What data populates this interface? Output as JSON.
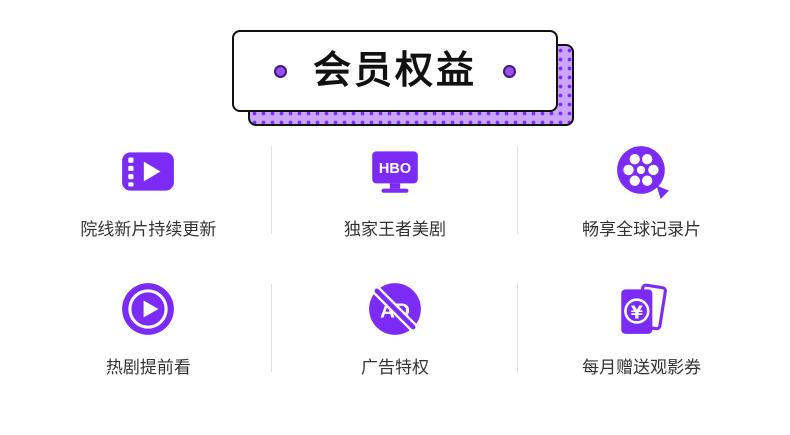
{
  "header": {
    "title": "会员权益"
  },
  "benefits": [
    {
      "label": "院线新片持续更新",
      "icon": "film-strip-icon"
    },
    {
      "label": "独家王者美剧",
      "icon": "hbo-tv-icon",
      "icon_text": "HBO"
    },
    {
      "label": "畅享全球记录片",
      "icon": "film-reel-icon"
    },
    {
      "label": "热剧提前看",
      "icon": "play-circle-icon"
    },
    {
      "label": "广告特权",
      "icon": "no-ads-icon",
      "icon_text": "AD"
    },
    {
      "label": "每月赠送观影券",
      "icon": "movie-ticket-icon",
      "icon_text": "¥"
    }
  ],
  "colors": {
    "accent_purple": "#7c2bf7",
    "shadow_light_purple": "#c9a6fa",
    "border_black": "#111111",
    "divider_gray": "#e2e2e2",
    "label_text": "#333333"
  }
}
